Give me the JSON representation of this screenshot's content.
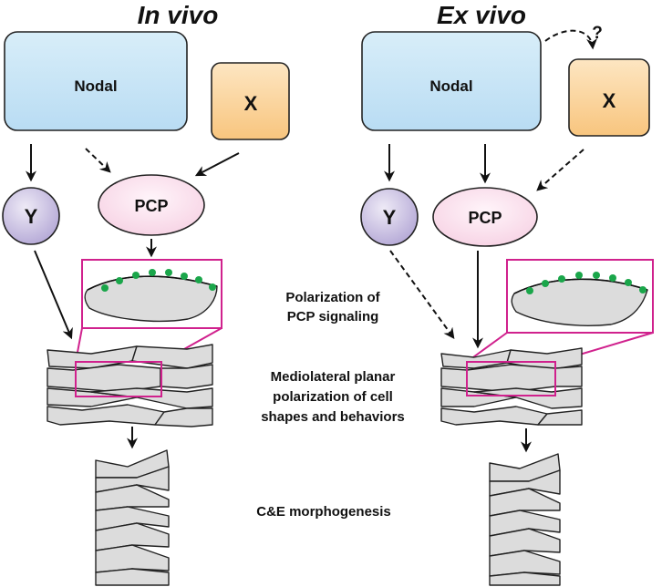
{
  "panels": {
    "in_vivo": {
      "title": "In vivo",
      "nodes": {
        "nodal": "Nodal",
        "x": "X",
        "y": "Y",
        "pcp": "PCP"
      }
    },
    "ex_vivo": {
      "title": "Ex vivo",
      "nodes": {
        "nodal": "Nodal",
        "x": "X",
        "y": "Y",
        "pcp": "PCP"
      },
      "question_mark": "?"
    }
  },
  "labels": {
    "polarization_line1": "Polarization of",
    "polarization_line2": "PCP signaling",
    "mediolateral_line1": "Mediolateral planar",
    "mediolateral_line2": "polarization of cell",
    "mediolateral_line3": "shapes and behaviors",
    "morphogenesis": "C&E morphogenesis"
  },
  "colors": {
    "nodal_fill": "#cfe8f7",
    "x_fill": "#fbd6a0",
    "y_fill": "#cbc1e2",
    "pcp_fill": "#fbe0ec",
    "highlight": "#d0218d",
    "pcp_dot": "#1aa64a",
    "cell_fill": "#dcdcdc"
  },
  "icons": [
    "solid-arrow",
    "dashed-arrow",
    "magenta-zoom-box",
    "green-dot"
  ]
}
